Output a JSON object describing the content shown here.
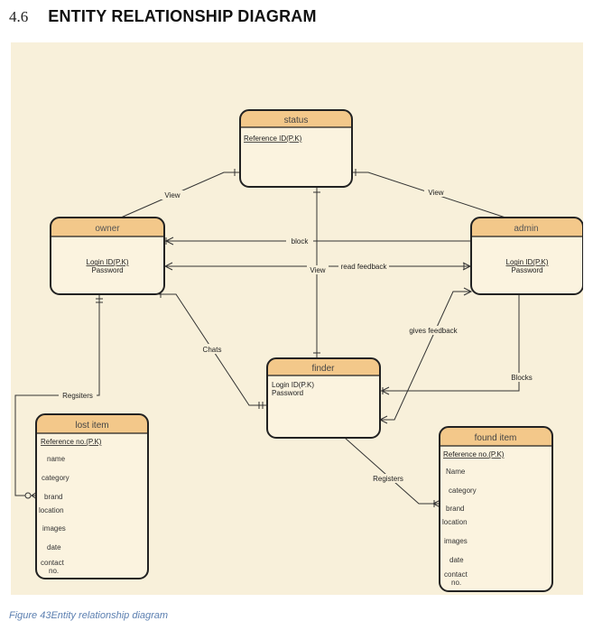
{
  "heading": {
    "number": "4.6",
    "title": "ENTITY RELATIONSHIP DIAGRAM"
  },
  "caption": "Figure 43Entity relationship diagram",
  "colors": {
    "canvas": "#f8f0da",
    "header_fill": "#f3c88a",
    "body_fill": "#fbf3df",
    "border": "#222222",
    "line": "#333333"
  },
  "entities": {
    "status": {
      "name": "status",
      "attributes": [
        "Reference ID(P.K)"
      ]
    },
    "owner": {
      "name": "owner",
      "attributes": [
        "Login ID(P.K)",
        "Password"
      ]
    },
    "admin": {
      "name": "admin",
      "attributes": [
        "Login ID(P.K)",
        "Password"
      ]
    },
    "finder": {
      "name": "finder",
      "attributes": [
        "Login ID(P.K)",
        "Password"
      ]
    },
    "lost_item": {
      "name": "lost item",
      "attributes": [
        "Reference  no.(P.K)",
        "name",
        "category",
        "brand",
        "location",
        "images",
        "date",
        "contact",
        "no."
      ]
    },
    "found_item": {
      "name": "found item",
      "attributes": [
        "Reference no.(P.K)",
        "Name",
        "category",
        "brand",
        "location",
        "images",
        "date",
        "contact",
        "no."
      ]
    }
  },
  "relationships": {
    "owner_status": "View",
    "admin_status": "View",
    "owner_admin_block": "block",
    "admin_owner_feedback": "read feedback",
    "finder_status": "View",
    "owner_finder": "Chats",
    "finder_admin": "gives feedback",
    "admin_finder": "Blocks",
    "owner_lost": "Regsiters",
    "finder_found": "Registers"
  }
}
